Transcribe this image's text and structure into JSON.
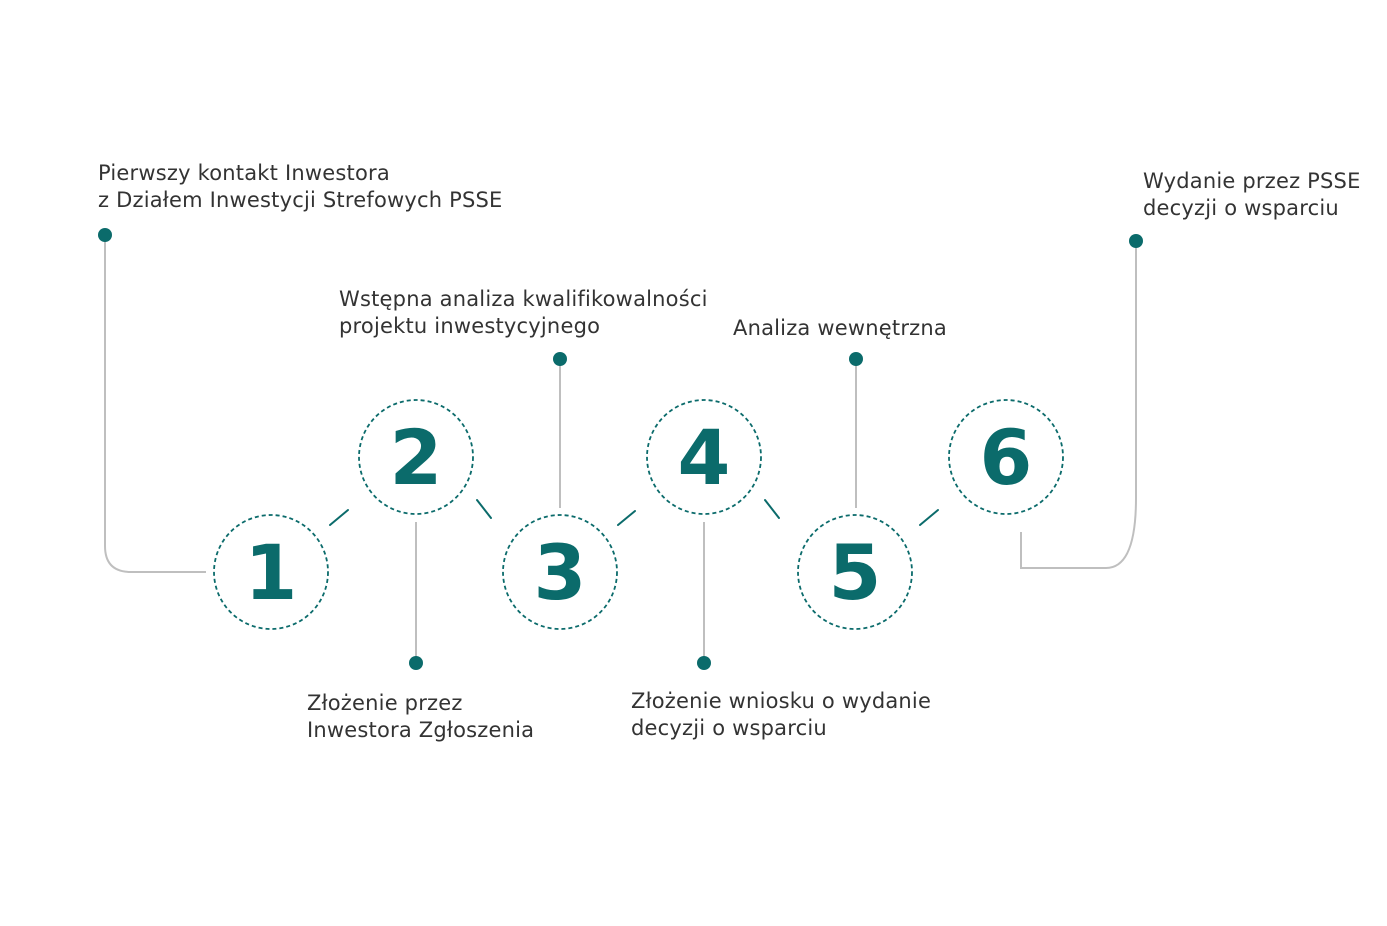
{
  "colors": {
    "accent": "#0b6b6b",
    "connector": "#bfbfbf",
    "text": "#333333",
    "background": "#ffffff"
  },
  "steps": [
    {
      "number": "1",
      "label": [
        "Pierwszy kontakt Inwestora",
        "z Działem Inwestycji Strefowych PSSE"
      ]
    },
    {
      "number": "2",
      "label": [
        "Złożenie przez",
        "Inwestora Zgłoszenia"
      ]
    },
    {
      "number": "3",
      "label": [
        "Wstępna analiza kwalifikowalności",
        "projektu inwestycyjnego"
      ]
    },
    {
      "number": "4",
      "label": [
        "Złożenie wniosku o wydanie",
        "decyzji o wsparciu"
      ]
    },
    {
      "number": "5",
      "label": [
        "Analiza wewnętrzna"
      ]
    },
    {
      "number": "6",
      "label": [
        "Wydanie przez PSSE",
        "decyzji o wsparciu"
      ]
    }
  ]
}
